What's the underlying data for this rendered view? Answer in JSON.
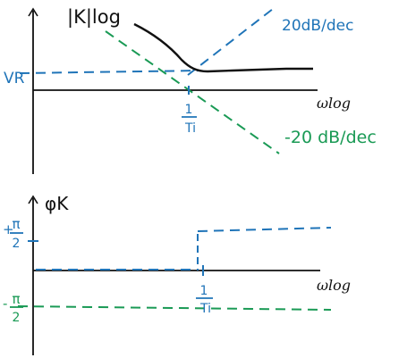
{
  "colors": {
    "axis": "#111111",
    "magnitude_curve": "#111111",
    "asymptote_blue": "#1f74b8",
    "asymptote_green": "#1a9a55"
  },
  "top_plot": {
    "y_label": "|K|log",
    "x_label": "ωlog",
    "ref_level_label": "VR",
    "slope_up_label": "20dB/dec",
    "slope_down_label": "-20 dB/dec",
    "corner_label": {
      "numerator": "1",
      "denominator": "Ti"
    }
  },
  "bottom_plot": {
    "y_label": "φK",
    "x_label": "ωlog",
    "plus_level_label": {
      "sign": "+",
      "numerator": "π",
      "denominator": "2"
    },
    "minus_level_label": {
      "sign": "-",
      "numerator": "π",
      "denominator": "2"
    },
    "corner_label": {
      "numerator": "1",
      "denominator": "Ti"
    }
  }
}
